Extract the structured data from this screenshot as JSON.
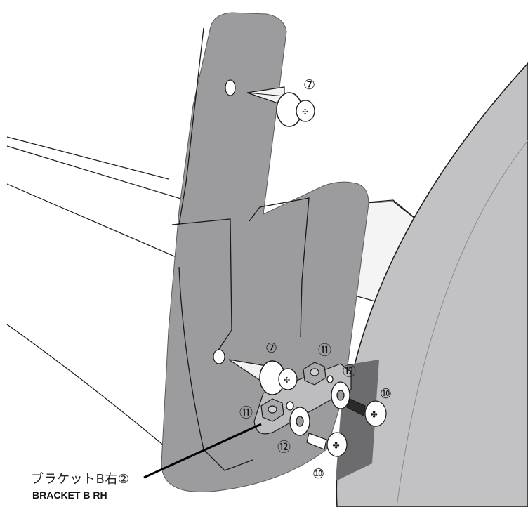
{
  "callouts": {
    "c1": "⑦",
    "c2": "⑦",
    "c3": "⑪",
    "c4": "⑪",
    "c5": "⑫",
    "c6": "⑫",
    "c7": "⑩",
    "c8": "⑩"
  },
  "part_label": {
    "japanese": "ブラケットB右②",
    "english": "BRACKET B RH"
  },
  "colors": {
    "mudflap": "#9c9c9e",
    "tire": "#c2c2c4",
    "outline": "#1a1a1a"
  }
}
